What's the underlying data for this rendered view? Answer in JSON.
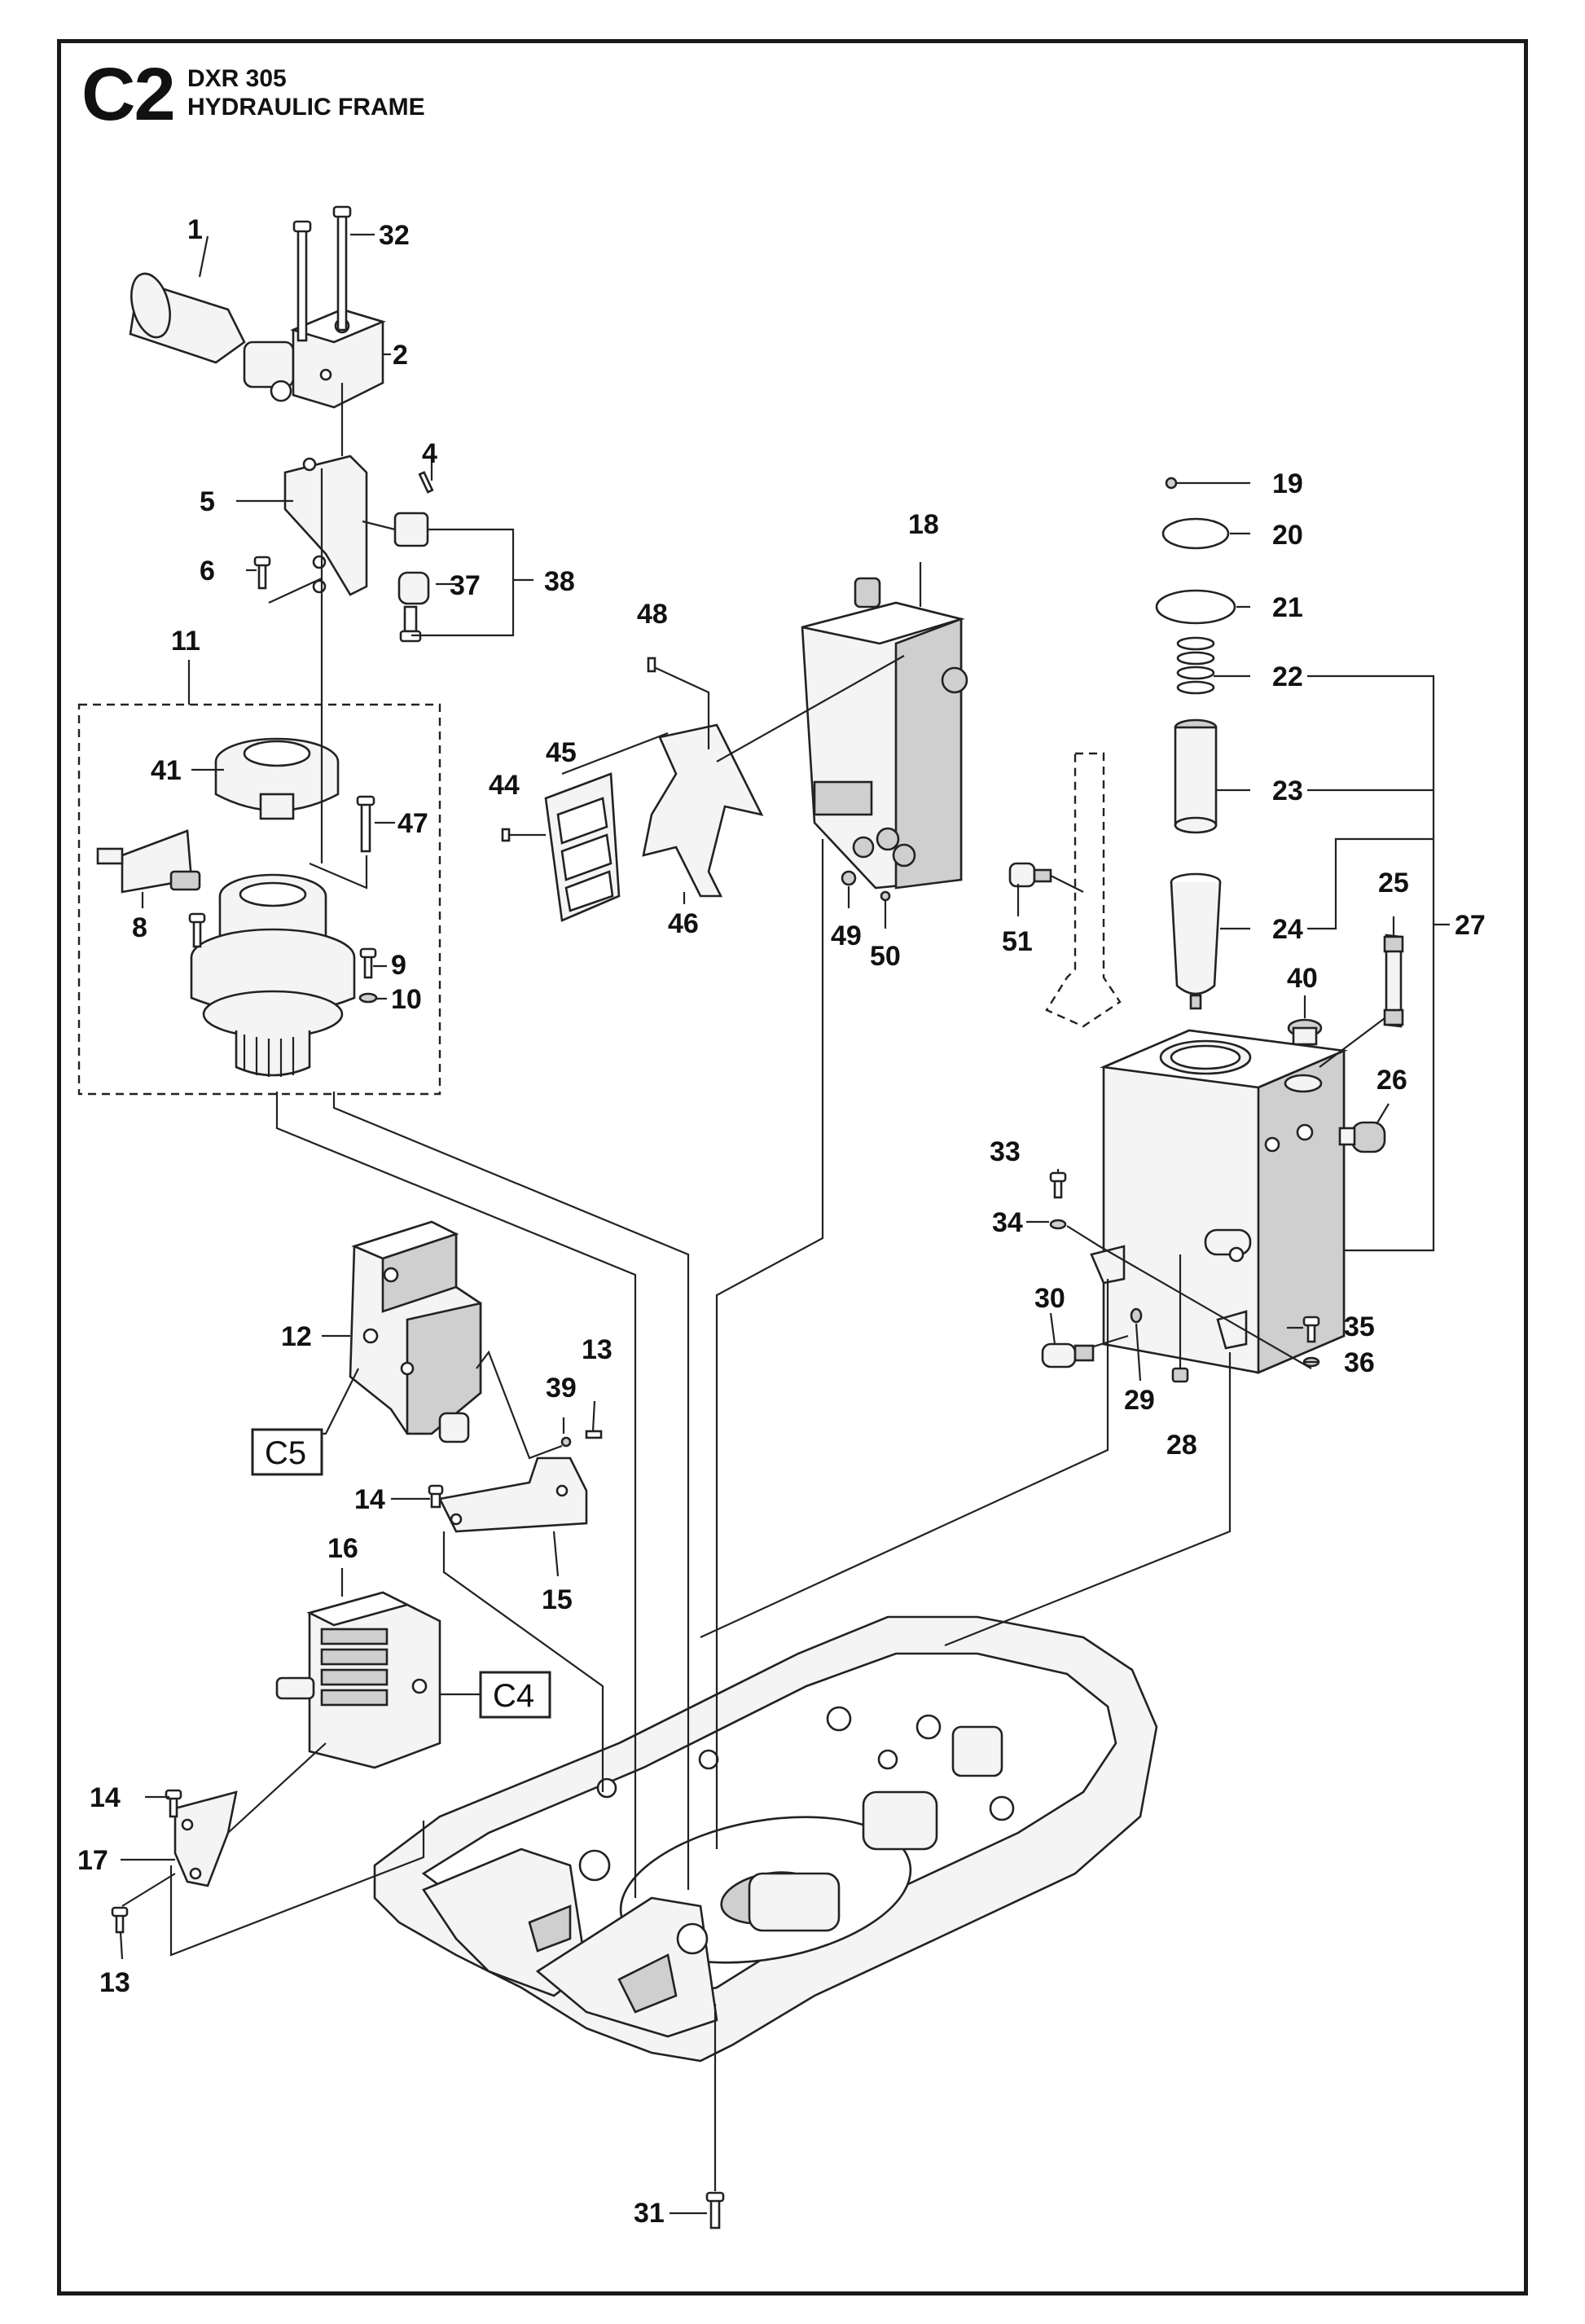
{
  "header": {
    "page_code": "C2",
    "model": "DXR 305",
    "section_title": "HYDRAULIC FRAME"
  },
  "callouts": [
    {
      "id": "p1",
      "text": "1"
    },
    {
      "id": "p2",
      "text": "2"
    },
    {
      "id": "p4",
      "text": "4"
    },
    {
      "id": "p5",
      "text": "5"
    },
    {
      "id": "p6",
      "text": "6"
    },
    {
      "id": "p8",
      "text": "8"
    },
    {
      "id": "p9",
      "text": "9"
    },
    {
      "id": "p10",
      "text": "10"
    },
    {
      "id": "p11",
      "text": "11"
    },
    {
      "id": "p12",
      "text": "12"
    },
    {
      "id": "p13a",
      "text": "13"
    },
    {
      "id": "p13b",
      "text": "13"
    },
    {
      "id": "p14a",
      "text": "14"
    },
    {
      "id": "p14b",
      "text": "14"
    },
    {
      "id": "p15",
      "text": "15"
    },
    {
      "id": "p16",
      "text": "16"
    },
    {
      "id": "p17",
      "text": "17"
    },
    {
      "id": "p18",
      "text": "18"
    },
    {
      "id": "p19",
      "text": "19"
    },
    {
      "id": "p20",
      "text": "20"
    },
    {
      "id": "p21",
      "text": "21"
    },
    {
      "id": "p22",
      "text": "22"
    },
    {
      "id": "p23",
      "text": "23"
    },
    {
      "id": "p24",
      "text": "24"
    },
    {
      "id": "p25",
      "text": "25"
    },
    {
      "id": "p26",
      "text": "26"
    },
    {
      "id": "p27",
      "text": "27"
    },
    {
      "id": "p28",
      "text": "28"
    },
    {
      "id": "p29",
      "text": "29"
    },
    {
      "id": "p30",
      "text": "30"
    },
    {
      "id": "p31",
      "text": "31"
    },
    {
      "id": "p32",
      "text": "32"
    },
    {
      "id": "p33",
      "text": "33"
    },
    {
      "id": "p34",
      "text": "34"
    },
    {
      "id": "p35",
      "text": "35"
    },
    {
      "id": "p36",
      "text": "36"
    },
    {
      "id": "p37",
      "text": "37"
    },
    {
      "id": "p38",
      "text": "38"
    },
    {
      "id": "p39",
      "text": "39"
    },
    {
      "id": "p40",
      "text": "40"
    },
    {
      "id": "p41",
      "text": "41"
    },
    {
      "id": "p44",
      "text": "44"
    },
    {
      "id": "p45",
      "text": "45"
    },
    {
      "id": "p46",
      "text": "46"
    },
    {
      "id": "p47",
      "text": "47"
    },
    {
      "id": "p48",
      "text": "48"
    },
    {
      "id": "p49",
      "text": "49"
    },
    {
      "id": "p50",
      "text": "50"
    },
    {
      "id": "p51",
      "text": "51"
    }
  ],
  "page_refs": [
    {
      "id": "c5",
      "text": "C5"
    },
    {
      "id": "c4",
      "text": "C4"
    }
  ]
}
